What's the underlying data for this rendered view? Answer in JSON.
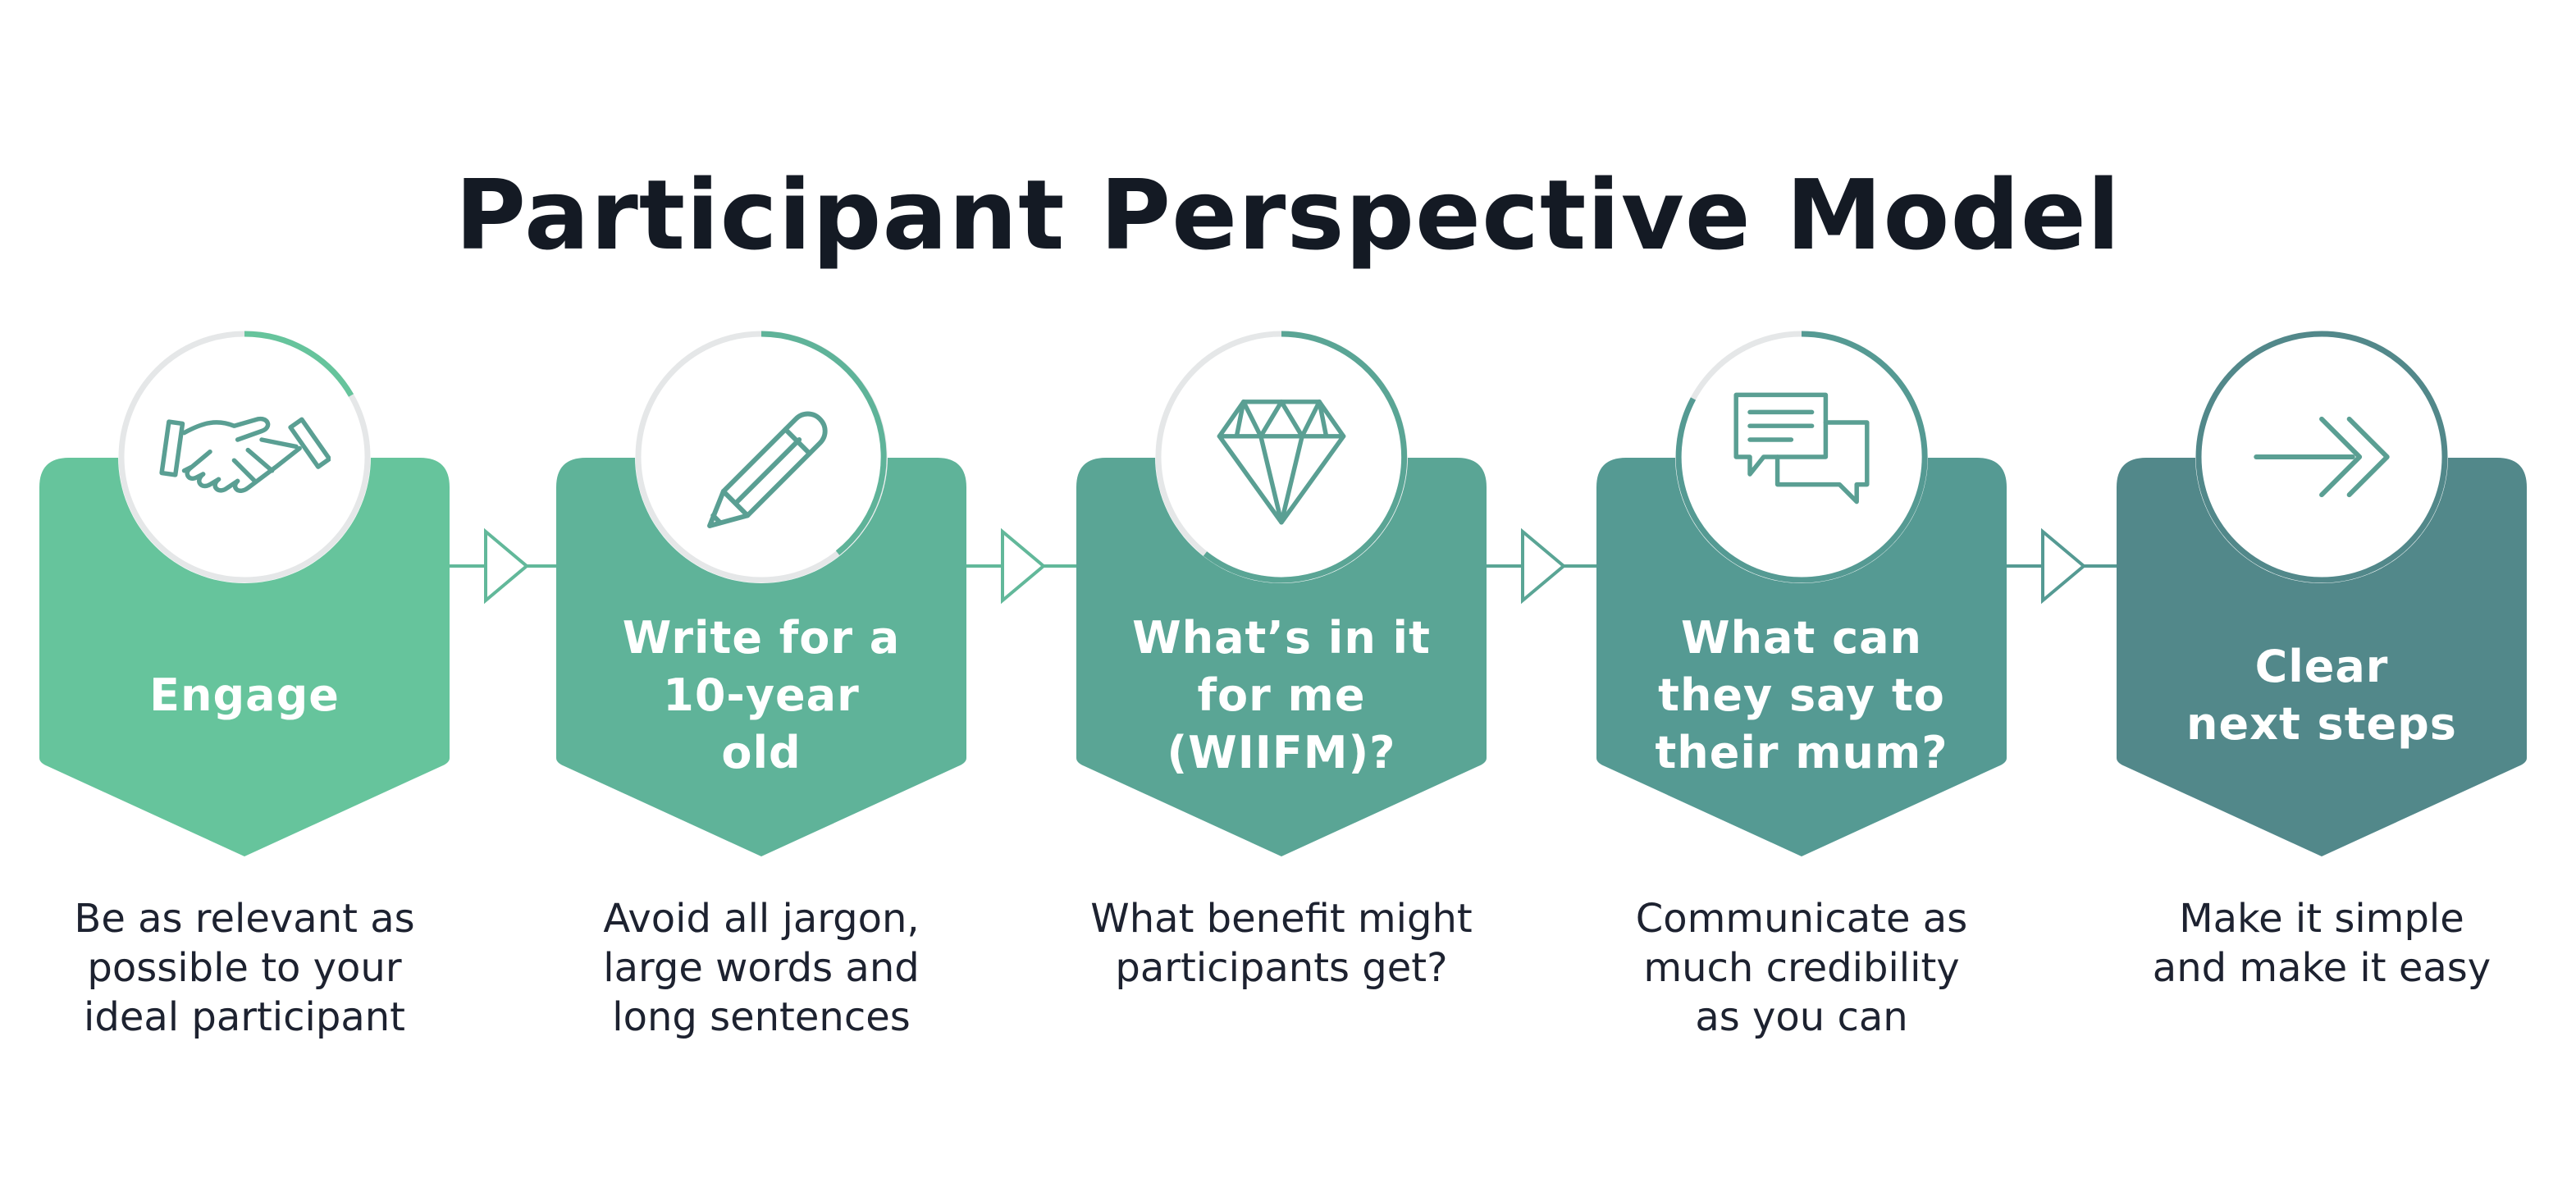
{
  "title": "Participant Perspective Model",
  "colors": {
    "step1": "#66c49c",
    "step2": "#5fb399",
    "step3": "#5aa595",
    "step4": "#559a93",
    "step5": "#52888a",
    "ring_gray": "#e5e7e8",
    "icon": "#5a9f93",
    "connector": "#62b89a"
  },
  "steps": [
    {
      "label": "Engage",
      "description": "Be as relevant as\npossible to your\nideal participant",
      "icon": "handshake-icon"
    },
    {
      "label": "Write for a\n10-year\nold",
      "description": "Avoid all jargon,\nlarge words and\nlong sentences",
      "icon": "pencil-icon"
    },
    {
      "label": "What’s in it\nfor me\n(WIIFM)?",
      "description": "What benefit might\nparticipants get?",
      "icon": "diamond-icon"
    },
    {
      "label": "What can\nthey say to\ntheir mum?",
      "description": "Communicate as\nmuch credibility\nas you can",
      "icon": "speech-bubbles-icon"
    },
    {
      "label": "Clear\nnext steps",
      "description": "Make it simple\nand make it easy",
      "icon": "double-arrow-icon"
    }
  ]
}
